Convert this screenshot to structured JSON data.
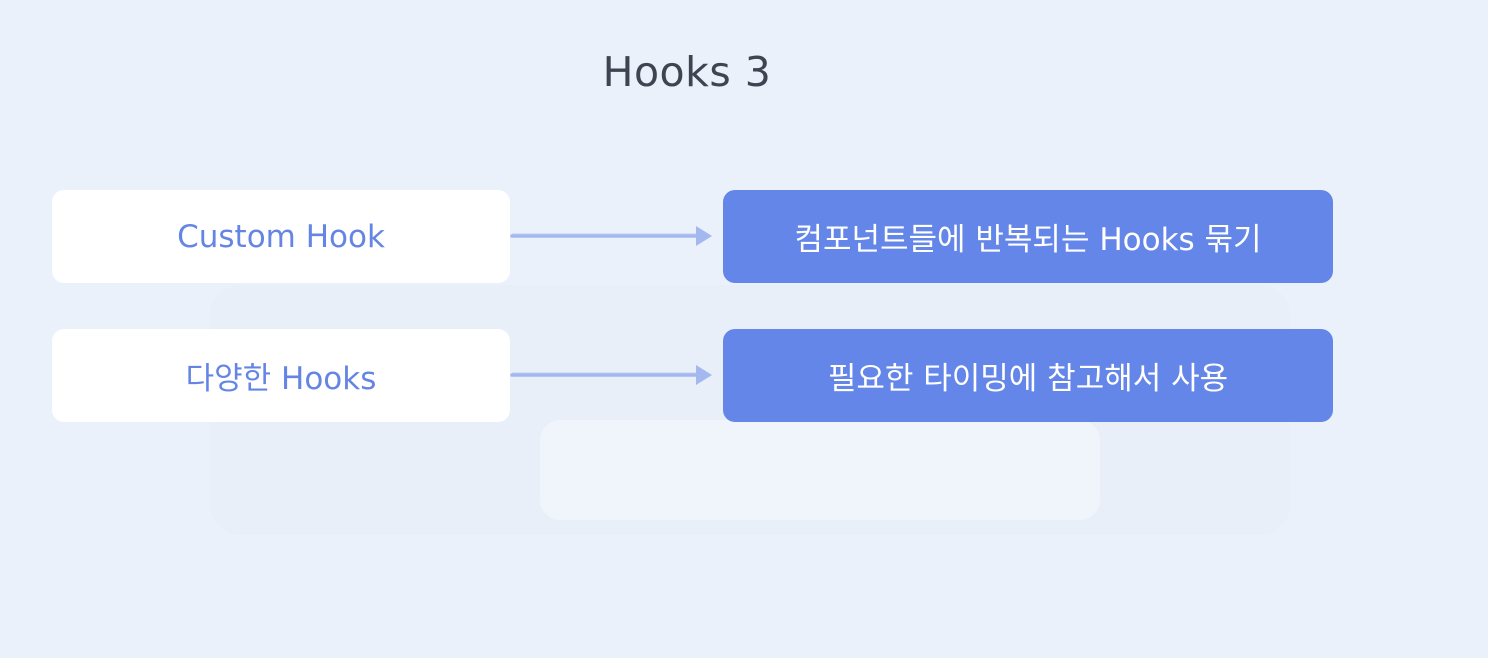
{
  "title": "Hooks 3",
  "rows": [
    {
      "left": "Custom Hook",
      "right": "컴포넌트들에 반복되는 Hooks 묶기"
    },
    {
      "left": "다양한 Hooks",
      "right": "필요한 타이밍에 참고해서 사용"
    }
  ],
  "colors": {
    "background": "#ebf1fa",
    "left_box": "#ffffff",
    "left_text": "#6585e4",
    "right_box": "#6486e8",
    "right_text": "#ffffff",
    "arrow": "#a3b8ee",
    "title_text": "#3f4452"
  },
  "icons": {
    "connector": "arrow-right-icon"
  }
}
